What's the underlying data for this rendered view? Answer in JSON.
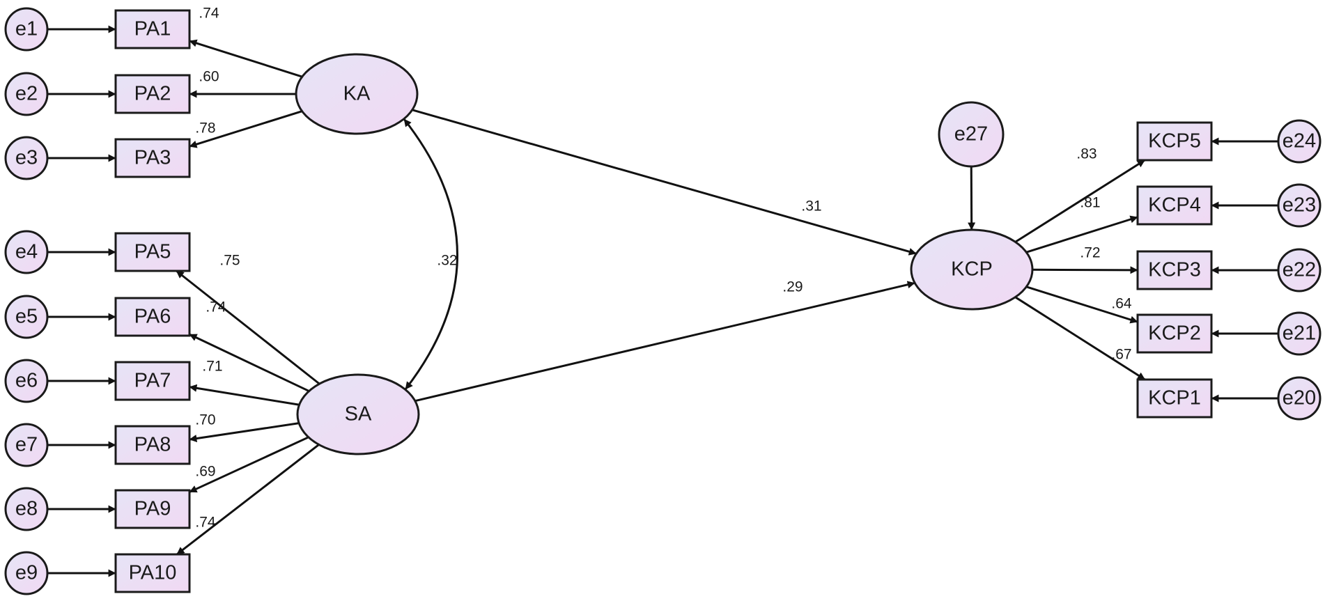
{
  "colors": {
    "node_fill_top": "#e6e4f6",
    "node_fill_bottom": "#f1d9f3",
    "stroke": "#1a1a1a"
  },
  "latents": [
    {
      "id": "KA",
      "label": "KA"
    },
    {
      "id": "SA",
      "label": "SA"
    },
    {
      "id": "KCP",
      "label": "KCP"
    }
  ],
  "indicators": [
    {
      "id": "PA1",
      "label": "PA1"
    },
    {
      "id": "PA2",
      "label": "PA2"
    },
    {
      "id": "PA3",
      "label": "PA3"
    },
    {
      "id": "PA5",
      "label": "PA5"
    },
    {
      "id": "PA6",
      "label": "PA6"
    },
    {
      "id": "PA7",
      "label": "PA7"
    },
    {
      "id": "PA8",
      "label": "PA8"
    },
    {
      "id": "PA9",
      "label": "PA9"
    },
    {
      "id": "PA10",
      "label": "PA10"
    },
    {
      "id": "KCP5",
      "label": "KCP5"
    },
    {
      "id": "KCP4",
      "label": "KCP4"
    },
    {
      "id": "KCP3",
      "label": "KCP3"
    },
    {
      "id": "KCP2",
      "label": "KCP2"
    },
    {
      "id": "KCP1",
      "label": "KCP1"
    }
  ],
  "errors": [
    {
      "id": "e1",
      "label": "e1",
      "target": "PA1"
    },
    {
      "id": "e2",
      "label": "e2",
      "target": "PA2"
    },
    {
      "id": "e3",
      "label": "e3",
      "target": "PA3"
    },
    {
      "id": "e4",
      "label": "e4",
      "target": "PA5"
    },
    {
      "id": "e5",
      "label": "e5",
      "target": "PA6"
    },
    {
      "id": "e6",
      "label": "e6",
      "target": "PA7"
    },
    {
      "id": "e7",
      "label": "e7",
      "target": "PA8"
    },
    {
      "id": "e8",
      "label": "e8",
      "target": "PA9"
    },
    {
      "id": "e9",
      "label": "e9",
      "target": "PA10"
    },
    {
      "id": "e24",
      "label": "e24",
      "target": "KCP5"
    },
    {
      "id": "e23",
      "label": "e23",
      "target": "KCP4"
    },
    {
      "id": "e22",
      "label": "e22",
      "target": "KCP3"
    },
    {
      "id": "e21",
      "label": "e21",
      "target": "KCP2"
    },
    {
      "id": "e20",
      "label": "e20",
      "target": "KCP1"
    },
    {
      "id": "e27",
      "label": "e27",
      "target": "KCP"
    }
  ],
  "loadings": [
    {
      "from": "KA",
      "to": "PA1",
      "value": ".74"
    },
    {
      "from": "KA",
      "to": "PA2",
      "value": ".60"
    },
    {
      "from": "KA",
      "to": "PA3",
      "value": ".78"
    },
    {
      "from": "SA",
      "to": "PA5",
      "value": ".75"
    },
    {
      "from": "SA",
      "to": "PA6",
      "value": ".74"
    },
    {
      "from": "SA",
      "to": "PA7",
      "value": ".71"
    },
    {
      "from": "SA",
      "to": "PA8",
      "value": ".70"
    },
    {
      "from": "SA",
      "to": "PA9",
      "value": ".69"
    },
    {
      "from": "SA",
      "to": "PA10",
      "value": ".74"
    },
    {
      "from": "KCP",
      "to": "KCP5",
      "value": ".83"
    },
    {
      "from": "KCP",
      "to": "KCP4",
      "value": ".81"
    },
    {
      "from": "KCP",
      "to": "KCP3",
      "value": ".72"
    },
    {
      "from": "KCP",
      "to": "KCP2",
      "value": ".64"
    },
    {
      "from": "KCP",
      "to": "KCP1",
      "value": ".67"
    }
  ],
  "paths": [
    {
      "from": "KA",
      "to": "KCP",
      "value": ".31"
    },
    {
      "from": "SA",
      "to": "KCP",
      "value": ".29"
    }
  ],
  "covariance": {
    "a": "KA",
    "b": "SA",
    "value": ".32"
  }
}
